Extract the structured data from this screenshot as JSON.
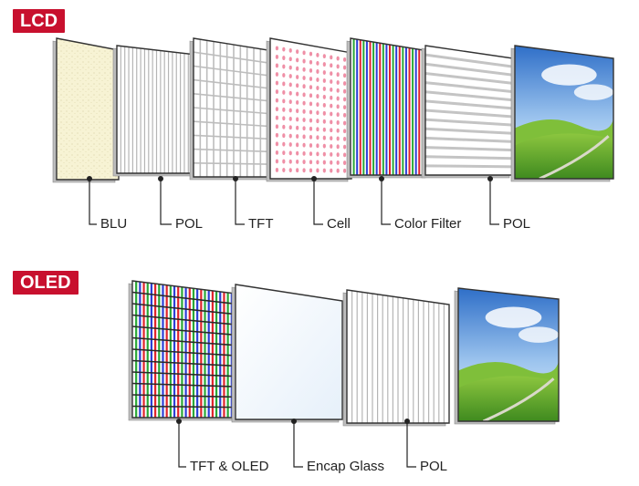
{
  "sections": {
    "lcd": {
      "title": "LCD",
      "layers": [
        {
          "label": "BLU",
          "kind": "blu"
        },
        {
          "label": "POL",
          "kind": "pol-vertical"
        },
        {
          "label": "TFT",
          "kind": "tft-grid"
        },
        {
          "label": "Cell",
          "kind": "cell-dots"
        },
        {
          "label": "Color Filter",
          "kind": "color-filter"
        },
        {
          "label": "POL",
          "kind": "pol-horizontal"
        },
        {
          "label": "",
          "kind": "landscape-image"
        }
      ]
    },
    "oled": {
      "title": "OLED",
      "layers": [
        {
          "label": "TFT & OLED",
          "kind": "tft-oled"
        },
        {
          "label": "Encap Glass",
          "kind": "encap-glass"
        },
        {
          "label": "POL",
          "kind": "pol-vertical"
        },
        {
          "label": "",
          "kind": "landscape-image"
        }
      ]
    }
  },
  "colors": {
    "badge_bg": "#c8102e",
    "badge_text": "#ffffff",
    "panel_edge": "#333333",
    "red": "#e0242b",
    "green": "#2aa836",
    "blue": "#2b3fd6",
    "sky": "#4a8fd8",
    "grass": "#5aa02a"
  }
}
